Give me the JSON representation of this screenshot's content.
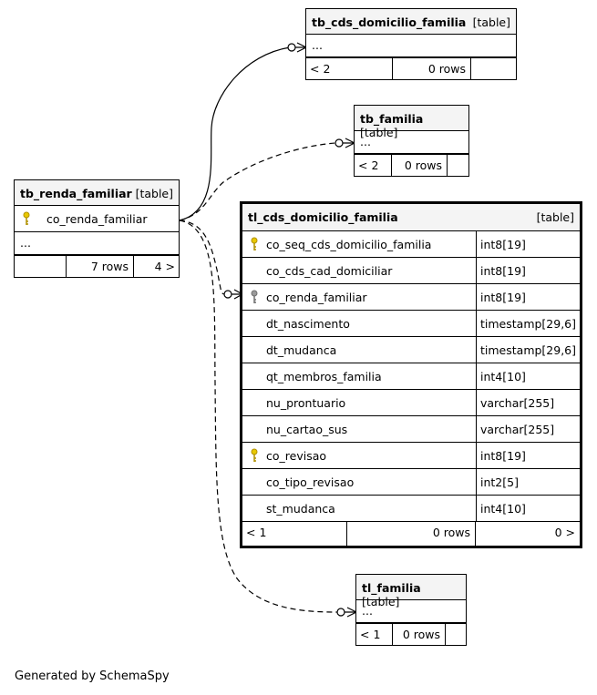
{
  "diagram": {
    "tb_renda_familiar": {
      "name": "tb_renda_familiar",
      "type": "[table]",
      "pk_column": "co_renda_familiar",
      "more": "...",
      "footer": {
        "left": "",
        "rows": "7 rows",
        "right": "4 >"
      }
    },
    "tb_cds_domicilio_familia": {
      "name": "tb_cds_domicilio_familia",
      "type": "[table]",
      "more": "...",
      "footer": {
        "left": "< 2",
        "rows": "0 rows",
        "right": ""
      }
    },
    "tb_familia": {
      "name": "tb_familia",
      "type": "[table]",
      "more": "...",
      "footer": {
        "left": "< 2",
        "rows": "0 rows",
        "right": ""
      }
    },
    "tl_cds_domicilio_familia": {
      "name": "tl_cds_domicilio_familia",
      "type": "[table]",
      "columns": [
        {
          "name": "co_seq_cds_domicilio_familia",
          "type": "int8[19]",
          "key": "primary"
        },
        {
          "name": "co_cds_cad_domiciliar",
          "type": "int8[19]",
          "key": ""
        },
        {
          "name": "co_renda_familiar",
          "type": "int8[19]",
          "key": "foreign"
        },
        {
          "name": "dt_nascimento",
          "type": "timestamp[29,6]",
          "key": ""
        },
        {
          "name": "dt_mudanca",
          "type": "timestamp[29,6]",
          "key": ""
        },
        {
          "name": "qt_membros_familia",
          "type": "int4[10]",
          "key": ""
        },
        {
          "name": "nu_prontuario",
          "type": "varchar[255]",
          "key": ""
        },
        {
          "name": "nu_cartao_sus",
          "type": "varchar[255]",
          "key": ""
        },
        {
          "name": "co_revisao",
          "type": "int8[19]",
          "key": "primary"
        },
        {
          "name": "co_tipo_revisao",
          "type": "int2[5]",
          "key": ""
        },
        {
          "name": "st_mudanca",
          "type": "int4[10]",
          "key": ""
        }
      ],
      "footer": {
        "left": "< 1",
        "rows": "0 rows",
        "right": "0 >"
      }
    },
    "tl_familia": {
      "name": "tl_familia",
      "type": "[table]",
      "more": "...",
      "footer": {
        "left": "< 1",
        "rows": "0 rows",
        "right": ""
      }
    },
    "footer_note": "Generated by SchemaSpy",
    "colors": {
      "primary_key": "#e8c800",
      "foreign_key": "#9a9a9a",
      "border": "#000000",
      "header_bg": "#f4f4f4"
    }
  }
}
